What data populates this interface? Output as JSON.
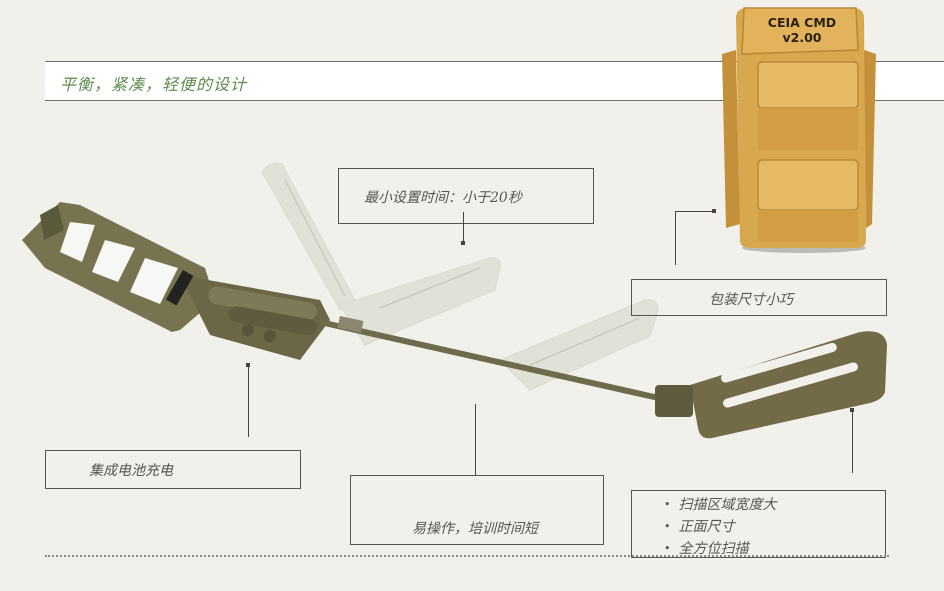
{
  "banner": {
    "title": "平衡，紧凑，轻便的设计",
    "title_color": "#5f8a4a"
  },
  "product_bag": {
    "label_line1": "CEIA CMD",
    "label_line2": "v2.00",
    "color": "#d8a84e"
  },
  "callouts": {
    "setup_time": "最小设置时间：小于20秒",
    "package_size": "包装尺寸小巧",
    "battery": "集成电池充电",
    "easy_operation": "易操作，培训时间短",
    "features": [
      "扫描区域宽度大",
      "正面尺寸",
      "全方位扫描"
    ]
  },
  "colors": {
    "background": "#f1f0ea",
    "device_olive": "#6f6b4a",
    "box_border": "#555555"
  }
}
